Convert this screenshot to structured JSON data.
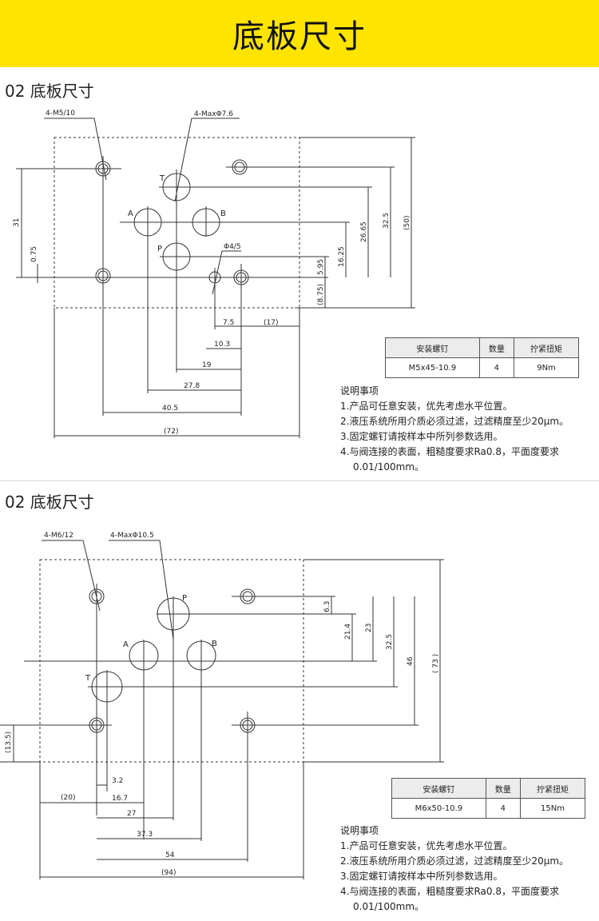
{
  "banner": {
    "title": "底板尺寸"
  },
  "section1": {
    "title": "02 底板尺寸",
    "labels": {
      "screw": "4-M5/10",
      "port_dia": "4-MaxΦ7.6",
      "pin_dia": "Φ4/5",
      "port_T": "T",
      "port_A": "A",
      "port_B": "B",
      "port_P": "P"
    },
    "dims": {
      "v_31": "31",
      "v_075": "0.75",
      "v_595": "5.95",
      "v_1625": "16.25",
      "v_2665": "26.65",
      "v_325": "32.5",
      "v_50": "(50)",
      "v_875": "(8.75)",
      "h_75": "7.5",
      "h_17": "(17)",
      "h_103": "10.3",
      "h_19": "19",
      "h_278": "27.8",
      "h_405": "40.5",
      "h_72": "(72)"
    },
    "table": {
      "headers": [
        "安装螺钉",
        "数量",
        "拧紧扭矩"
      ],
      "row": [
        "M5x45-10.9",
        "4",
        "9Nm"
      ]
    },
    "notes": {
      "title": "说明事项",
      "n1": "1.产品可任意安装，优先考虑水平位置。",
      "n2": "2.液压系统所用介质必须过滤，过滤精度至少20μm。",
      "n3": "3.固定螺钉请按样本中所列参数选用。",
      "n4a": "4.与阀连接的表面，粗糙度要求Ra0.8，平面度要求",
      "n4b": "0.01/100mm。"
    }
  },
  "section2": {
    "title": "02 底板尺寸",
    "labels": {
      "screw": "4-M6/12",
      "port_dia": "4-MaxΦ10.5",
      "port_P": "P",
      "port_A": "A",
      "port_B": "B",
      "port_T": "T"
    },
    "dims": {
      "v_63": "6.3",
      "v_214": "21.4",
      "v_23": "23",
      "v_325": "32.5",
      "v_46": "46",
      "v_73": "( 73 )",
      "v_135": "(13.5)",
      "h_32": "3.2",
      "h_20": "(20)",
      "h_167": "16.7",
      "h_27": "27",
      "h_373": "37.3",
      "h_54": "54",
      "h_94": "(94)"
    },
    "table": {
      "headers": [
        "安装螺钉",
        "数量",
        "拧紧扭矩"
      ],
      "row": [
        "M6x50-10.9",
        "4",
        "15Nm"
      ]
    },
    "notes": {
      "title": "说明事项",
      "n1": "1.产品可任意安装，优先考虑水平位置。",
      "n2": "2.液压系统所用介质必须过滤，过滤精度至少20μm。",
      "n3": "3.固定螺钉请按样本中所列参数选用。",
      "n4a": "4.与阀连接的表面，粗糙度要求Ra0.8，平面度要求",
      "n4b": "0.01/100mm。"
    }
  }
}
